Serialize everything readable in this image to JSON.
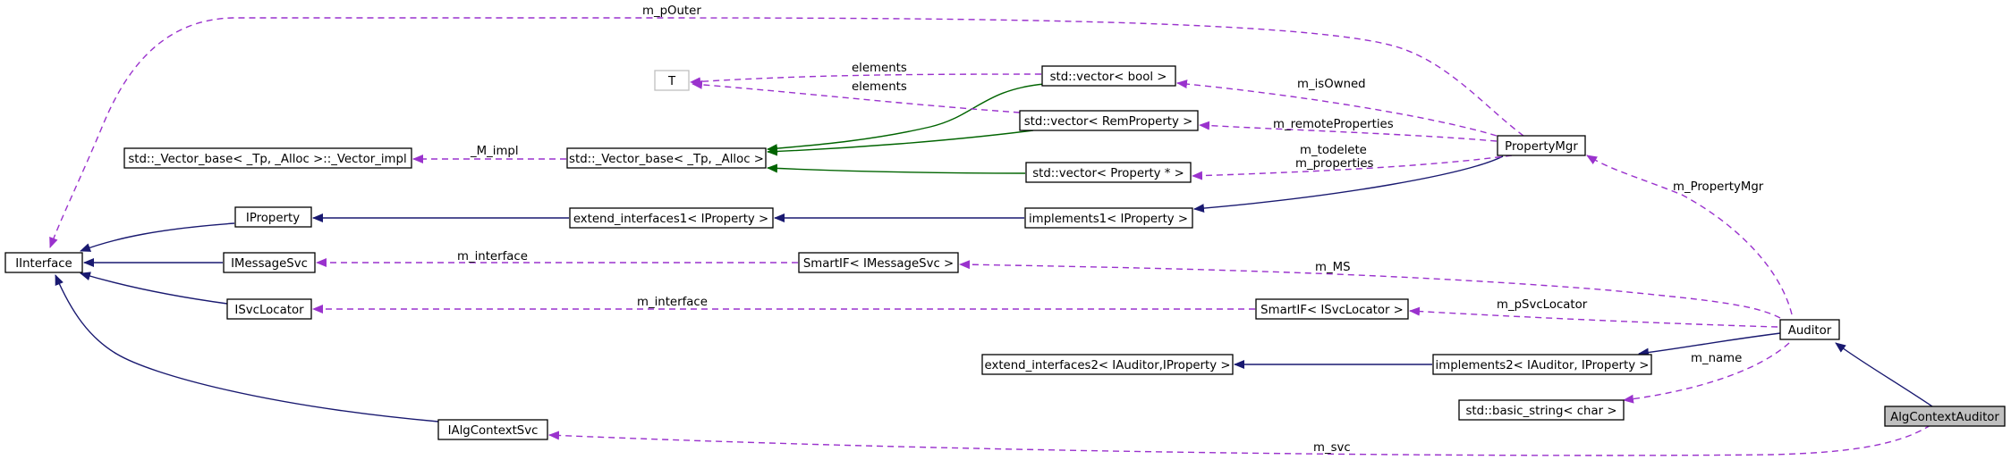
{
  "nodes": {
    "iinterface": "IInterface",
    "iproperty": "IProperty",
    "imessagesvc": "IMessageSvc",
    "isvclocator": "ISvcLocator",
    "ialgcontextsvc": "IAlgContextSvc",
    "vector_impl": "std::_Vector_base< _Tp, _Alloc >::_Vector_impl",
    "vector_base": "std::_Vector_base< _Tp, _Alloc >",
    "t": "T",
    "extend_interfaces1": "extend_interfaces1< IProperty >",
    "extend_interfaces2": "extend_interfaces2< IAuditor,IProperty >",
    "vector_bool": "std::vector< bool >",
    "vector_remproperty": "std::vector< RemProperty >",
    "vector_property": "std::vector< Property * >",
    "implements1": "implements1< IProperty >",
    "smartif_msgsvc": "SmartIF< IMessageSvc >",
    "smartif_svcloc": "SmartIF< ISvcLocator >",
    "implements2": "implements2< IAuditor, IProperty >",
    "basic_string": "std::basic_string< char >",
    "propertymgr": "PropertyMgr",
    "auditor": "Auditor",
    "algcontextauditor": "AlgContextAuditor"
  },
  "edge_labels": {
    "m_pouter": "m_pOuter",
    "elements_1": "elements",
    "elements_2": "elements",
    "m_impl": "_M_impl",
    "m_isowned": "m_isOwned",
    "m_remoteproperties": "m_remoteProperties",
    "m_todelete": "m_todelete",
    "m_properties": "m_properties",
    "m_propertymgr": "m_PropertyMgr",
    "m_interface_1": "m_interface",
    "m_ms": "m_MS",
    "m_interface_2": "m_interface",
    "m_psvclocator": "m_pSvcLocator",
    "m_name": "m_name",
    "m_svc": "m_svc"
  },
  "colors": {
    "public_inheritance": "#191970",
    "private_inheritance": "#006400",
    "usage": "#9a32cd",
    "focus_fill": "#bfbfbf",
    "template_border": "#bfbfbf"
  }
}
